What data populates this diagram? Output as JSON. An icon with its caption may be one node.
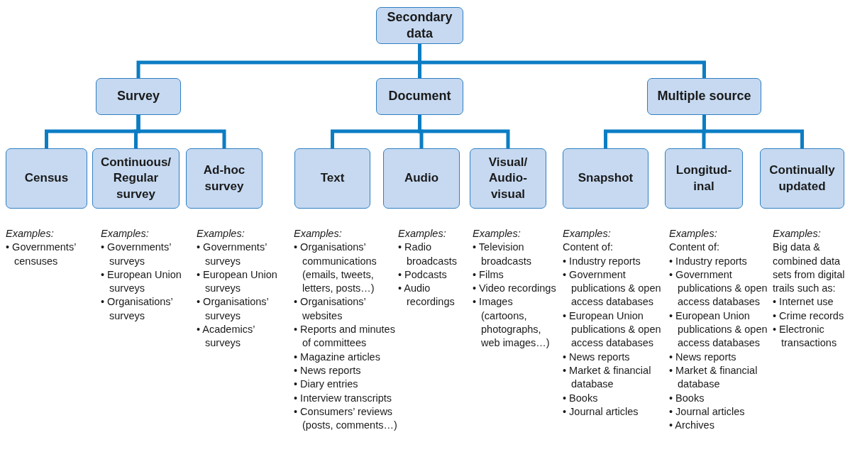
{
  "diagram": {
    "nodes": [
      {
        "text": [
          "Secondary data"
        ]
      },
      {
        "text": [
          "Survey"
        ]
      },
      {
        "text": [
          "Document"
        ]
      },
      {
        "text": [
          "Multiple source"
        ]
      },
      {
        "text": [
          "Census"
        ],
        "beside": [
          "Examples:",
          "• Governments’ censuses"
        ]
      },
      {
        "text": [
          "Continuous/ Regular survey"
        ],
        "beside": [
          "Examples:",
          "• Governments’ surveys",
          "• European Union surveys",
          "• Organisations’ surveys"
        ]
      },
      {
        "text": [
          "Ad-hoc survey"
        ],
        "beside": [
          "Examples:",
          "• Governments’ surveys",
          "• European Union surveys",
          "• Organisations’ surveys",
          "• Academics’ surveys"
        ]
      },
      {
        "text": [
          "Text"
        ],
        "beside": [
          "Examples:",
          "• Organisations’ communications (emails, tweets, letters, posts…)",
          "• Organisations’ websites",
          "• Reports and minutes of committees",
          "• Magazine articles",
          "• News reports",
          "• Diary entries",
          "• Interview transcripts",
          "• Consumers’ reviews (posts, comments…)"
        ]
      },
      {
        "text": [
          "Audio"
        ],
        "beside": [
          "Examples:",
          "• Radio broadcasts",
          "• Podcasts",
          "• Audio recordings"
        ]
      },
      {
        "text": [
          "Visual/ Audio-visual"
        ],
        "beside": [
          "Examples:",
          "• Television broadcasts",
          "• Films",
          "• Video recordings",
          "• Images (cartoons, photographs, web images…)"
        ]
      },
      {
        "text": [
          "Snapshot"
        ],
        "beside": [
          "Examples:",
          "Content of:",
          "• Industry reports",
          "• Government publications & open access databases",
          "• European Union publications & open access databases",
          "• News reports",
          "• Market & financial database",
          "• Books",
          "• Journal articles"
        ]
      },
      {
        "text": [
          "Longitud-inal"
        ],
        "beside": [
          "Examples:",
          "Content of:",
          "• Industry reports",
          "• Government publications & open access databases",
          "• European Union publications & open access databases",
          "• News reports",
          "• Market & financial database",
          "• Books",
          "• Journal articles",
          "• Archives"
        ]
      },
      {
        "text": [
          "Continually updated"
        ],
        "beside": [
          "Examples:",
          "Big data & combined data sets from digital trails such as:",
          "• Internet use",
          "• Crime records",
          "• Electronic transactions"
        ]
      }
    ],
    "edges": [
      {
        "from": 0,
        "to": 1,
        "arrow": "none"
      },
      {
        "from": 0,
        "to": 2,
        "arrow": "none"
      },
      {
        "from": 0,
        "to": 3,
        "arrow": "none"
      },
      {
        "from": 1,
        "to": 4,
        "arrow": "none"
      },
      {
        "from": 1,
        "to": 5,
        "arrow": "none"
      },
      {
        "from": 1,
        "to": 6,
        "arrow": "none"
      },
      {
        "from": 2,
        "to": 7,
        "arrow": "none"
      },
      {
        "from": 2,
        "to": 8,
        "arrow": "none"
      },
      {
        "from": 2,
        "to": 9,
        "arrow": "none"
      },
      {
        "from": 3,
        "to": 10,
        "arrow": "none"
      },
      {
        "from": 3,
        "to": 11,
        "arrow": "none"
      },
      {
        "from": 3,
        "to": 12,
        "arrow": "none"
      }
    ]
  }
}
